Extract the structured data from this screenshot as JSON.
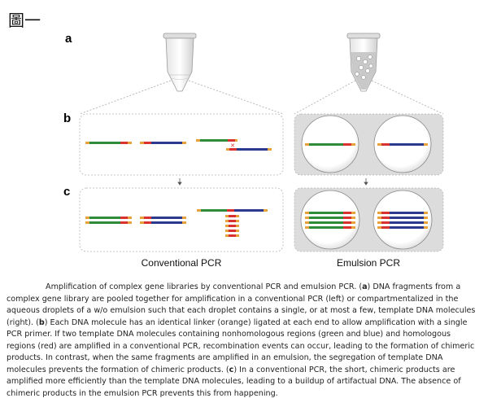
{
  "figure_title": "圖一",
  "panel_labels": {
    "a": "a",
    "b": "b",
    "c": "c"
  },
  "column_labels": {
    "left": "Conventional PCR",
    "right": "Emulsion PCR"
  },
  "colors": {
    "green": "#2e8b3a",
    "blue": "#2b3a8f",
    "red": "#d93030",
    "orange": "#e8a23c",
    "panel_border": "#b5b5b5",
    "emulsion_bg": "#dcdcdc"
  },
  "caption": {
    "p1": "Amplification of complex gene libraries by conventional PCR and emulsion PCR. (",
    "l1": "a",
    "p2": ") DNA fragments from a complex gene library are pooled together for amplification in a conventional PCR (left) or compartmentalized in the aqueous droplets of a w/o emulsion such that each droplet contains a single, or at most a few, template DNA molecules (right). (",
    "l2": "b",
    "p3": ") Each DNA molecule has an identical linker (orange) ligated at each end to allow amplification with a single PCR primer. If two template DNA molecules containing nonhomologous regions (green and blue) and homologous regions (red) are amplified in a conventional PCR, recombination events can occur, leading to the formation of chimeric products. In contrast, when the same fragments are amplified in an emulsion, the segregation of template DNA molecules prevents the formation of chimeric products. (",
    "l3": "c",
    "p4": ") In a conventional PCR, the short, chimeric products are amplified more efficiently than the template DNA molecules, leading to a buildup of artifactual DNA. The absence of chimeric products in the emulsion PCR prevents this from happening."
  }
}
